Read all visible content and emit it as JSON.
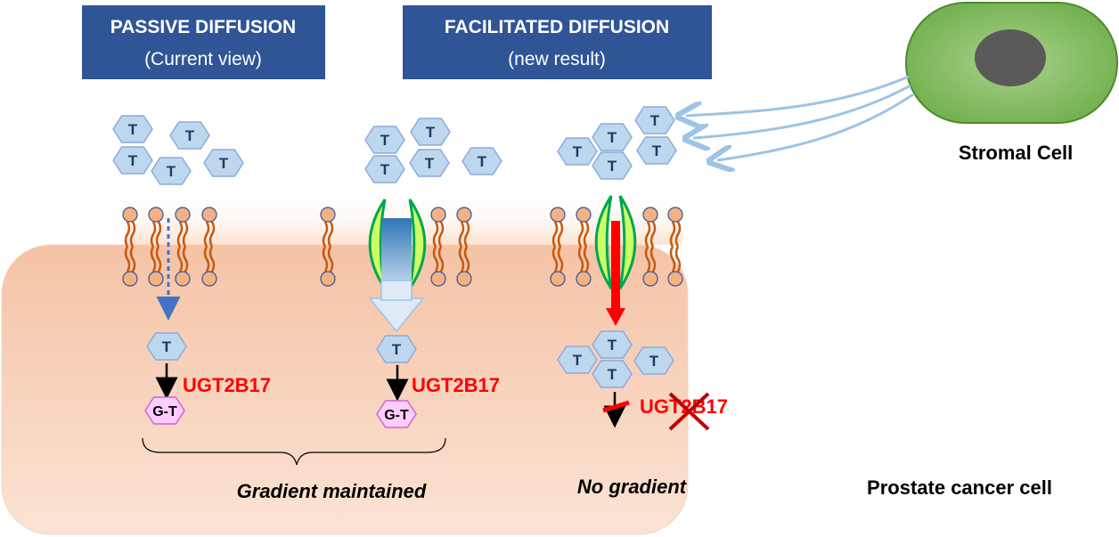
{
  "headers": {
    "passive": {
      "title": "PASSIVE DIFFUSION",
      "subtitle": "(Current view)"
    },
    "facilitated": {
      "title": "FACILITATED DIFFUSION",
      "subtitle": "(new result)"
    }
  },
  "molecule_label": "T",
  "glucuronide_label": "G-T",
  "enzyme_label": "UGT2B17",
  "labels": {
    "stromal_cell": "Stromal Cell",
    "prostate_cancer_cell": "Prostate cancer cell",
    "gradient_maintained": "Gradient maintained",
    "no_gradient": "No gradient"
  },
  "colors": {
    "header_bg": "#2F5597",
    "header_text": "#ffffff",
    "hexagon_fill": "#BDD7EE",
    "hexagon_stroke": "#8FAADC",
    "molecule_text": "#1F3864",
    "enzyme_text": "#FF0000",
    "glucuronide_fill": "#FFCCFF",
    "glucuronide_stroke": "#CC66CC",
    "cell_fill": "#F8CBAD",
    "lipid_head": "#F4B183",
    "lipid_tail": "#C55A11",
    "channel_fill": "#CCFF66",
    "channel_stroke": "#00A651",
    "stromal_fill": "#8BC96A",
    "stromal_nucleus": "#595959",
    "blocked_arrow": "#FF0000",
    "secretion_arrow": "#9DC3E6"
  }
}
